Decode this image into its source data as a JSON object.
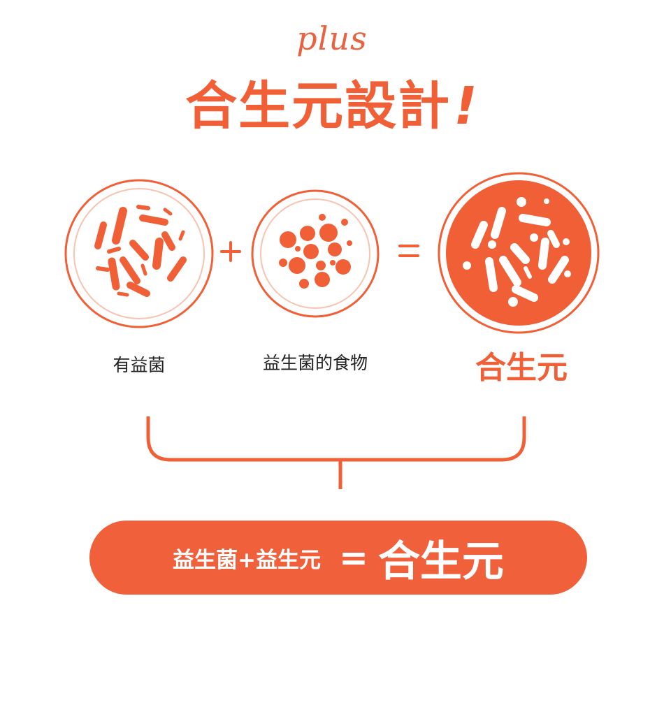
{
  "header": {
    "script_text": "plus",
    "title": "合生元設計",
    "title_exclaim": "!"
  },
  "diagram": {
    "operator_plus": "+",
    "operator_equals": "=",
    "items": [
      {
        "label": "有益菌"
      },
      {
        "label": "益生菌的食物"
      },
      {
        "label": "合生元"
      }
    ]
  },
  "result_pill": {
    "left_text": "益生菌+益生元",
    "equals": "=",
    "right_text": "合生元"
  },
  "colors": {
    "accent": "#f05f36",
    "accent_light": "#f8c3b0",
    "text_dark": "#222222"
  }
}
